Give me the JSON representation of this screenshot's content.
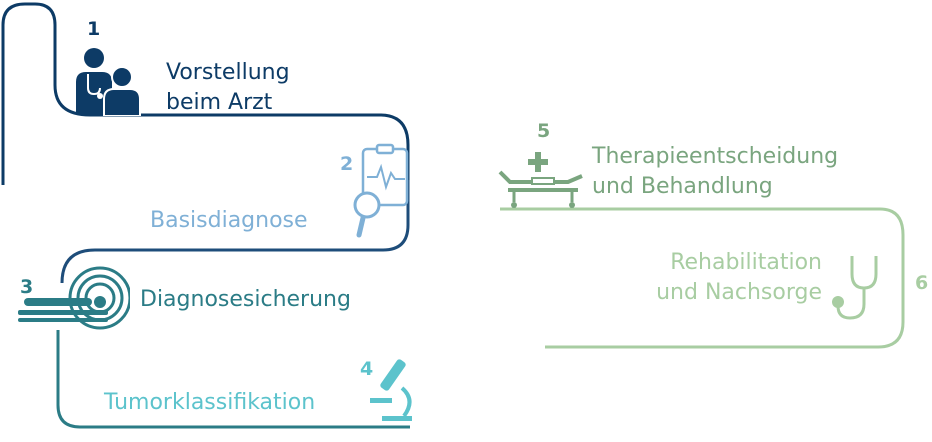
{
  "steps": [
    {
      "number": "1",
      "line1": "Vorstellung",
      "line2": "beim Arzt",
      "icon": "doctor-patient-icon",
      "color": "#0d3b66"
    },
    {
      "number": "2",
      "line1": "Basisdiagnose",
      "icon": "clipboard-magnifier-icon",
      "color": "#7fb0d6"
    },
    {
      "number": "3",
      "line1": "Diagnosesicherung",
      "icon": "ct-scanner-icon",
      "color": "#2b7c86"
    },
    {
      "number": "4",
      "line1": "Tumorklassifikation",
      "icon": "microscope-icon",
      "color": "#5cc3cc"
    },
    {
      "number": "5",
      "line1": "Therapieentscheidung",
      "line2": "und Behandlung",
      "icon": "hospital-bed-icon",
      "color": "#7aa57f"
    },
    {
      "number": "6",
      "line1": "Rehabilitation",
      "line2": "und Nachsorge",
      "icon": "stethoscope-icon",
      "color": "#a8cda2"
    }
  ]
}
